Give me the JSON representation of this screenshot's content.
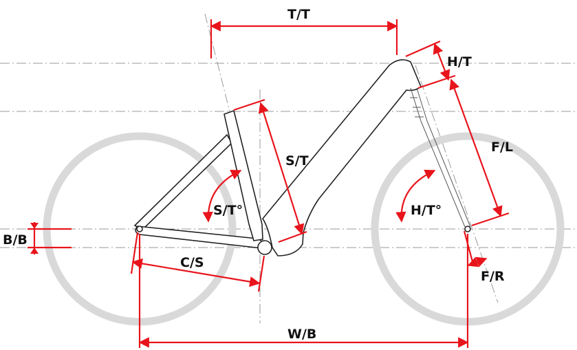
{
  "labels": {
    "top_tube": "T/T",
    "head_tube": "H/T",
    "seat_tube": "S/T",
    "fork_length": "F/L",
    "seat_tube_angle": "S/T°",
    "head_tube_angle": "H/T°",
    "bb_drop": "B/B",
    "chainstay": "C/S",
    "fork_rake": "F/R",
    "wheelbase": "W/B"
  },
  "colors": {
    "dimension": "#e8141b",
    "wheel": "#d9d9d9",
    "frame_outline": "#222222",
    "reference_line": "#9a9a9a"
  }
}
